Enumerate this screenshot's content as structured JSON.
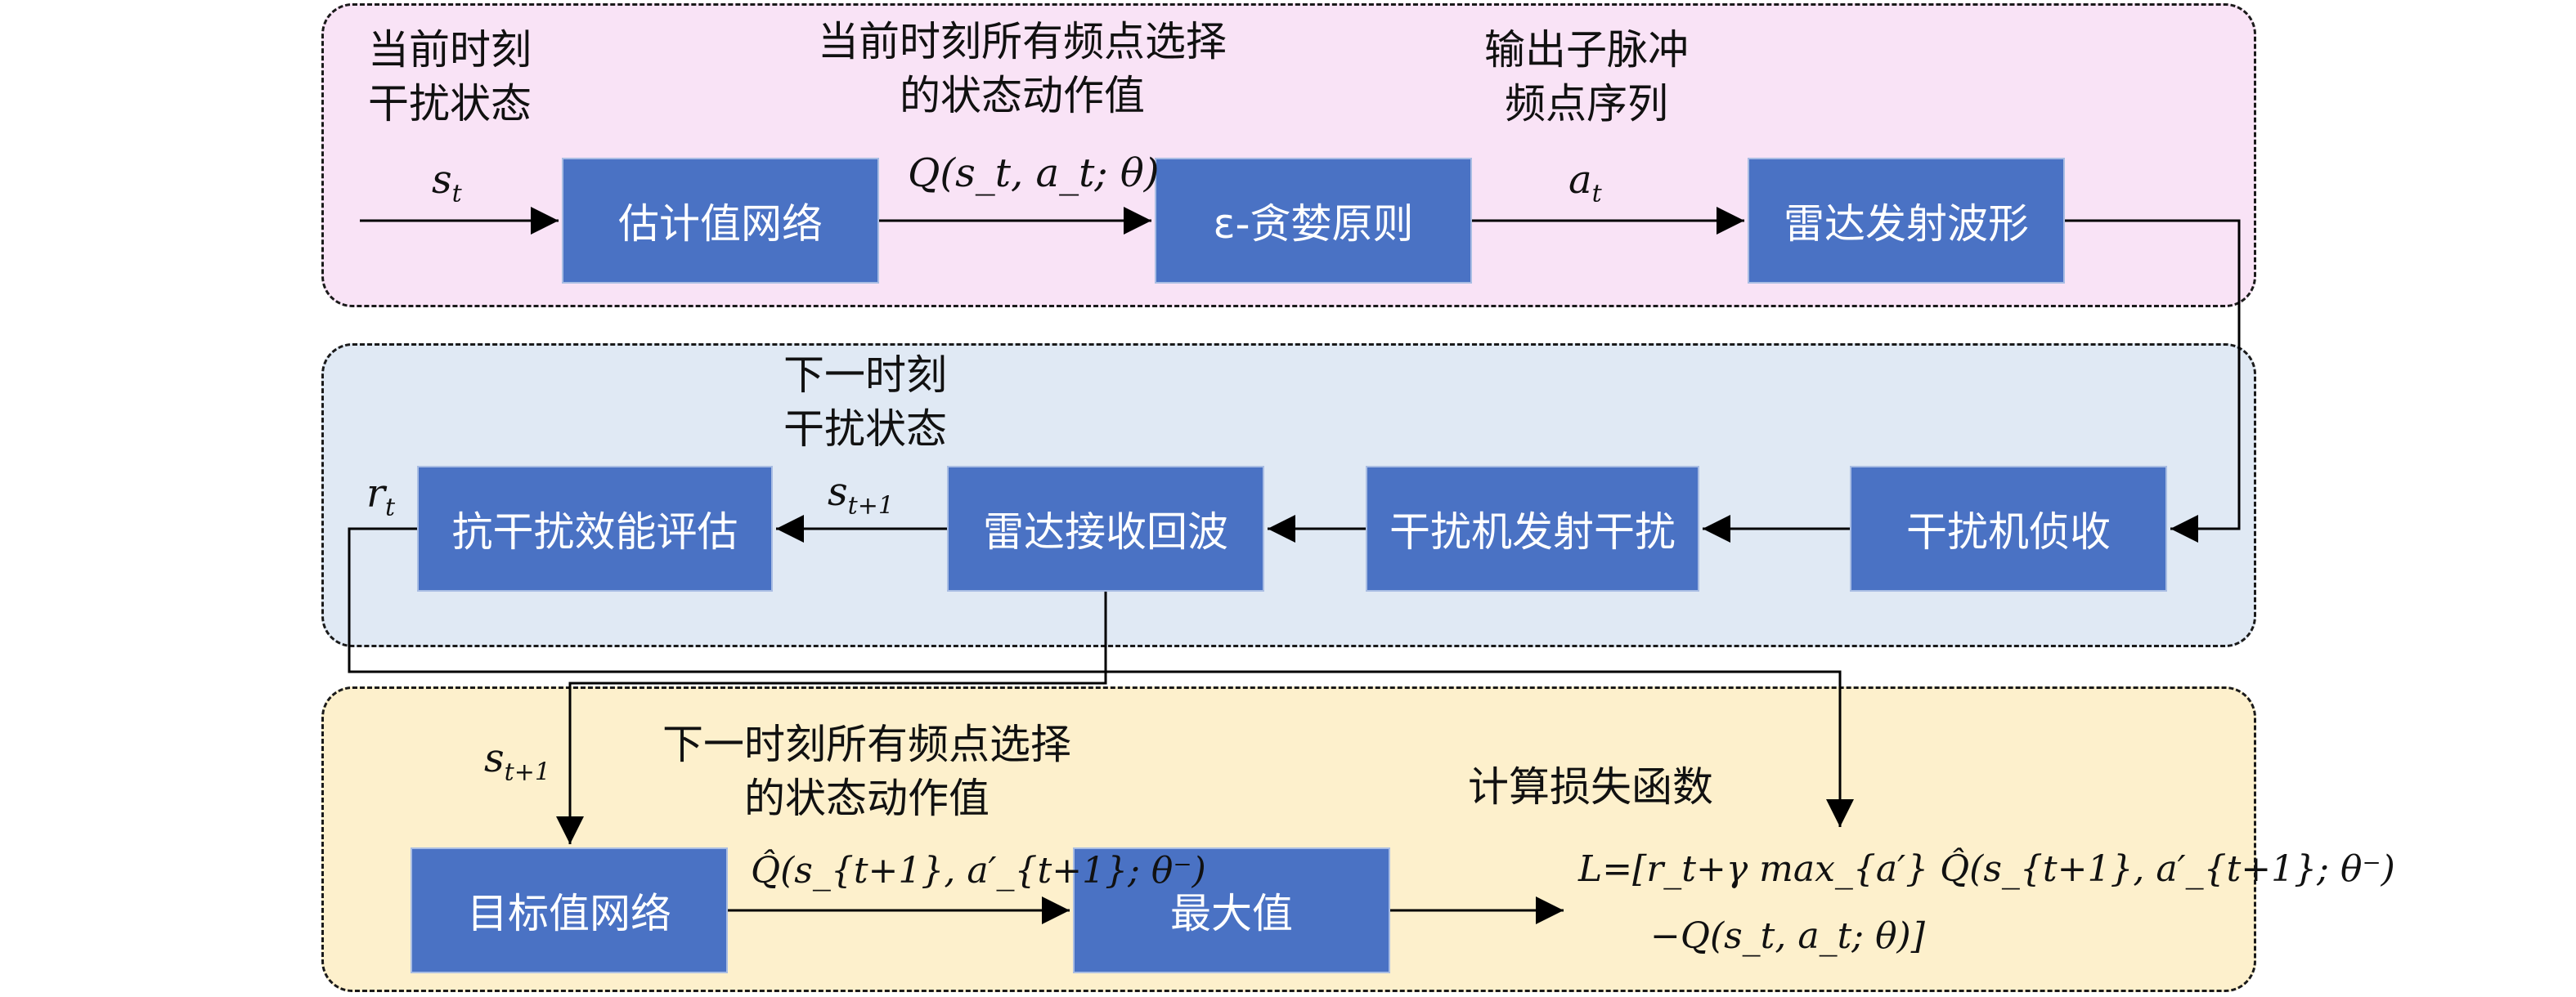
{
  "colors": {
    "top_panel": "#f9e3f6",
    "mid_panel": "#e0e9f4",
    "bottom_panel": "#fdf0cc",
    "box_fill": "#4a72c4",
    "box_text": "#ffffff",
    "line": "#000000"
  },
  "boxes": {
    "estimate_net": "估计值网络",
    "epsilon_greedy": "ε-贪婪原则",
    "radar_tx": "雷达发射波形",
    "anti_jam_eval": "抗干扰效能评估",
    "radar_rx": "雷达接收回波",
    "jammer_tx": "干扰机发射干扰",
    "jammer_detect": "干扰机侦收",
    "target_net": "目标值网络",
    "max_value": "最大值"
  },
  "labels": {
    "current_state": [
      "当前时刻",
      "干扰状态"
    ],
    "current_q": [
      "当前时刻所有频点选择",
      "的状态动作值"
    ],
    "output_seq": [
      "输出子脉冲",
      "频点序列"
    ],
    "next_state": [
      "下一时刻",
      "干扰状态"
    ],
    "next_q": [
      "下一时刻所有频点选择",
      "的状态动作值"
    ],
    "loss_title": "计算损失函数"
  },
  "math": {
    "s_t": "s",
    "s_t_sub": "t",
    "a_t": "a",
    "a_t_sub": "t",
    "r_t": "r",
    "r_t_sub": "t",
    "s_next": "s",
    "s_next_sub": "t+1",
    "q_current": "Q(s_t, a_t; θ)",
    "q_hat_next": "Q̂(s_{t+1}, a′_{t+1}; θ⁻)",
    "loss_line1": "L=[r_t+γ max_{a′} Q̂(s_{t+1}, a′_{t+1}; θ⁻)",
    "loss_line2": "−Q(s_t, a_t; θ)]"
  }
}
